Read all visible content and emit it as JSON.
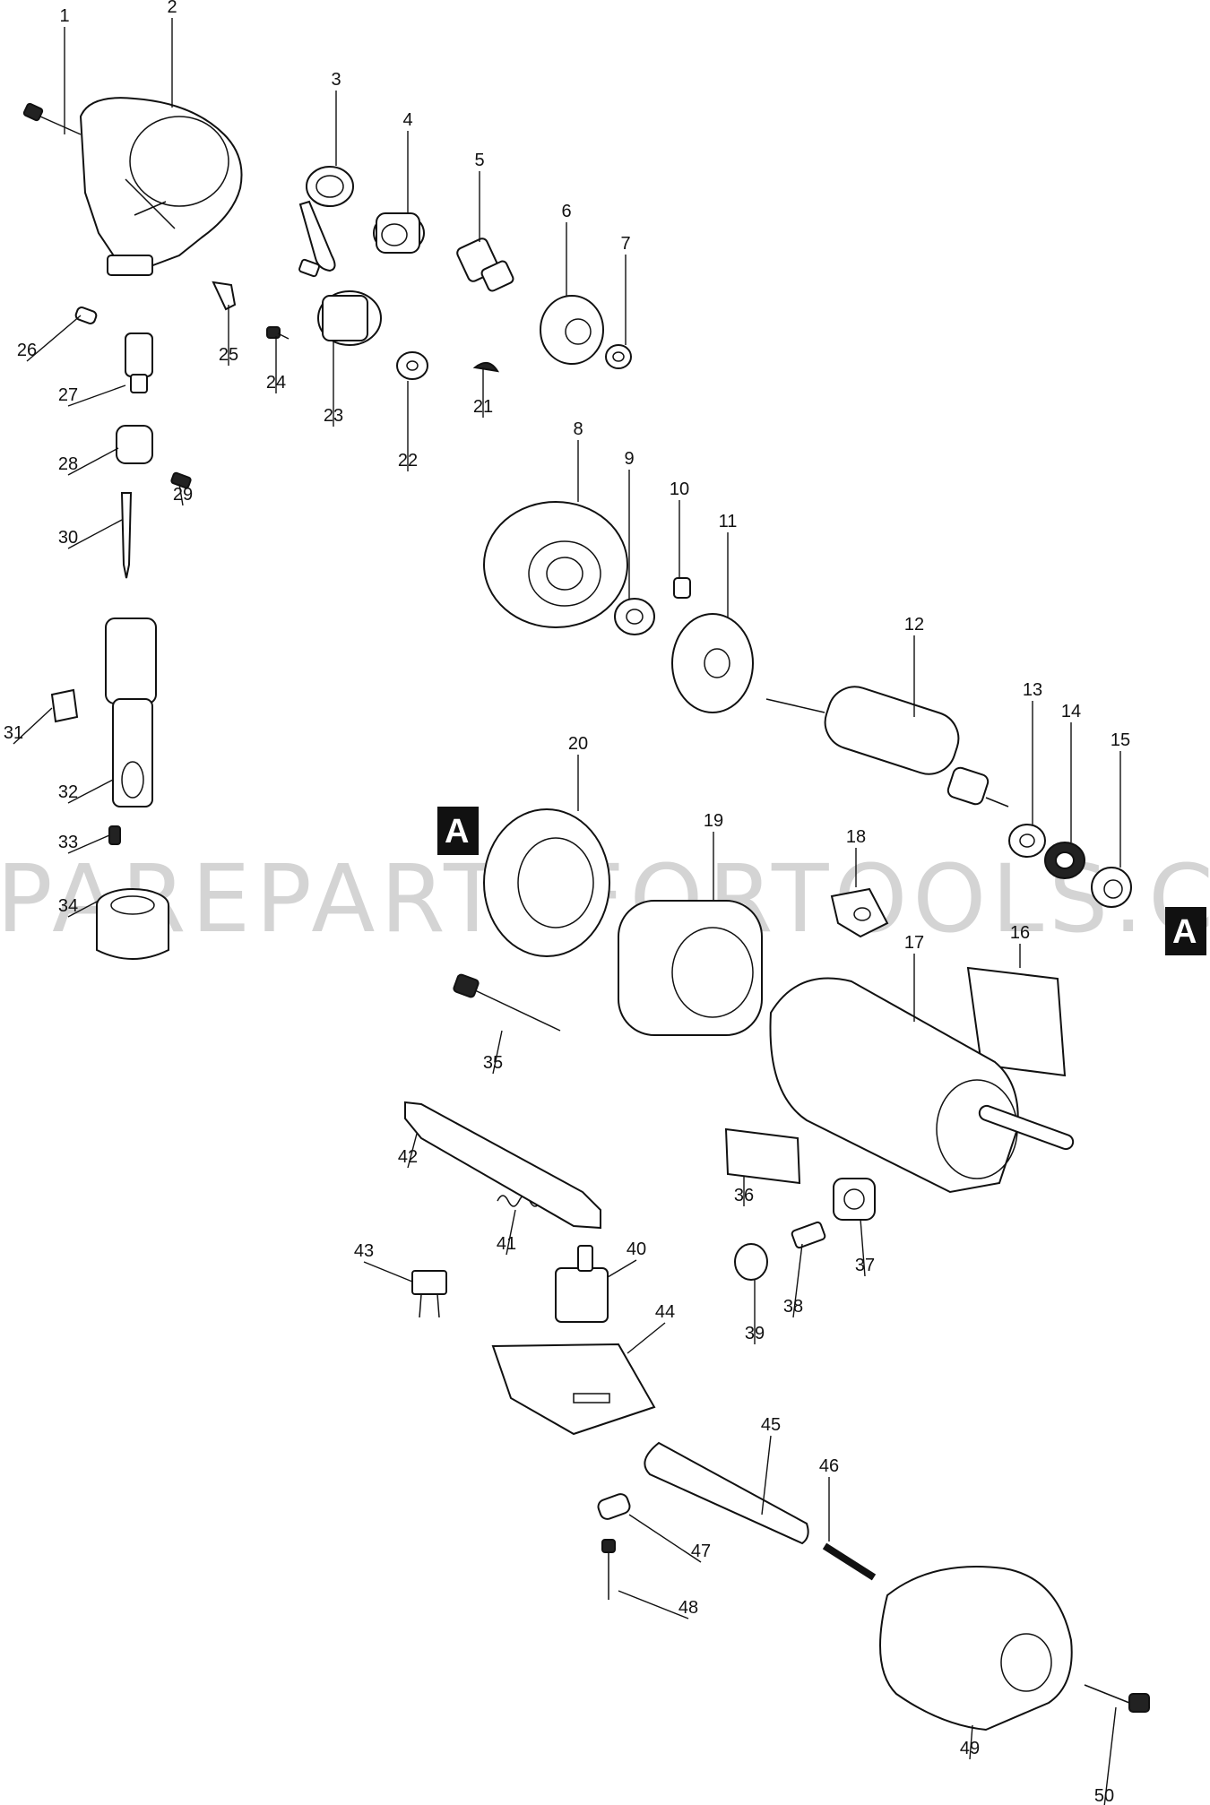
{
  "watermark": "PAREPARTSFORTOOLS.COM.AU",
  "markers": [
    "A",
    "A"
  ],
  "part_numbers": [
    "1",
    "2",
    "3",
    "4",
    "5",
    "6",
    "7",
    "8",
    "9",
    "10",
    "11",
    "12",
    "13",
    "14",
    "15",
    "16",
    "17",
    "18",
    "19",
    "20",
    "21",
    "22",
    "23",
    "24",
    "25",
    "26",
    "27",
    "28",
    "29",
    "30",
    "31",
    "32",
    "33",
    "34",
    "35",
    "36",
    "37",
    "38",
    "39",
    "40",
    "41",
    "42",
    "43",
    "44",
    "45",
    "46",
    "47",
    "48",
    "49",
    "50"
  ],
  "colors": {
    "line": "#111111",
    "watermark": "#d4d4d4",
    "background": "#ffffff"
  }
}
